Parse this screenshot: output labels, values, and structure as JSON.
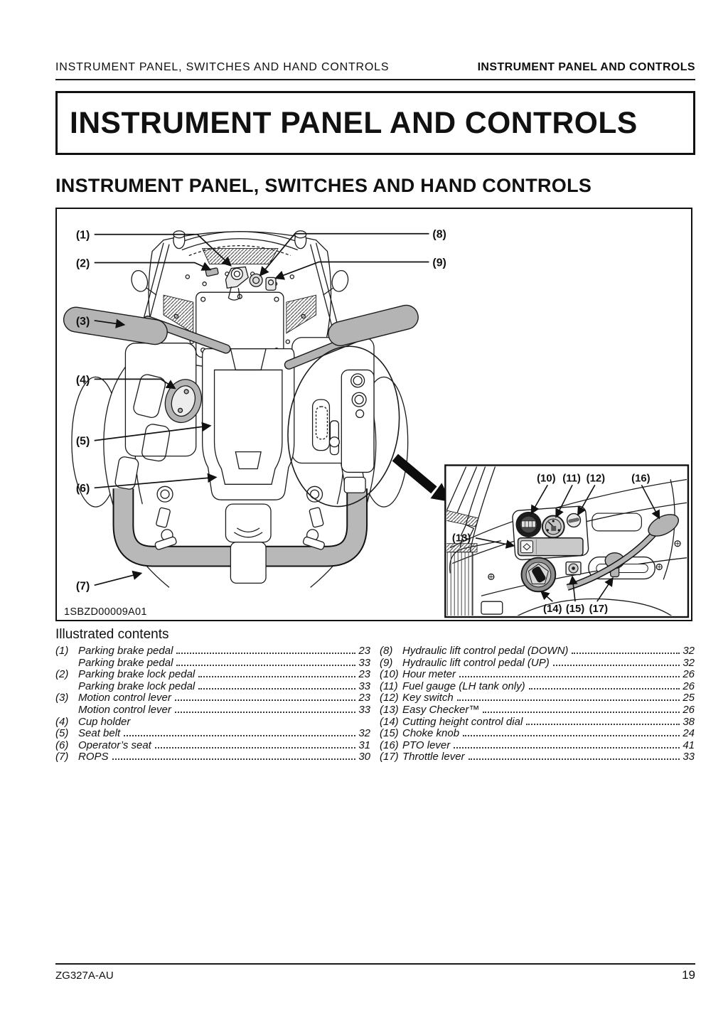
{
  "page": {
    "header_left": "INSTRUMENT PANEL, SWITCHES AND HAND CONTROLS",
    "header_right": "INSTRUMENT PANEL AND CONTROLS",
    "title": "INSTRUMENT PANEL AND CONTROLS",
    "section_heading": "INSTRUMENT PANEL, SWITCHES AND HAND CONTROLS"
  },
  "figure": {
    "code": "1SBZD00009A01",
    "callouts_main": [
      "(1)",
      "(2)",
      "(3)",
      "(4)",
      "(5)",
      "(6)",
      "(7)",
      "(8)",
      "(9)"
    ],
    "callouts_inset": [
      "(10)",
      "(11)",
      "(12)",
      "(13)",
      "(14)",
      "(15)",
      "(16)",
      "(17)"
    ]
  },
  "contents": {
    "heading": "Illustrated contents",
    "left": [
      {
        "num": "(1)",
        "label": "Parking brake pedal",
        "page": "23"
      },
      {
        "num": "",
        "label": "Parking brake pedal",
        "page": "33"
      },
      {
        "num": "(2)",
        "label": "Parking brake lock pedal",
        "page": "23"
      },
      {
        "num": "",
        "label": "Parking brake lock pedal",
        "page": "33"
      },
      {
        "num": "(3)",
        "label": "Motion control lever",
        "page": "23"
      },
      {
        "num": "",
        "label": "Motion control lever",
        "page": "33"
      },
      {
        "num": "(4)",
        "label": "Cup holder",
        "page": ""
      },
      {
        "num": "(5)",
        "label": "Seat belt",
        "page": "32"
      },
      {
        "num": "(6)",
        "label": "Operator’s seat",
        "page": "31"
      },
      {
        "num": "(7)",
        "label": "ROPS",
        "page": "30"
      }
    ],
    "right": [
      {
        "num": "(8)",
        "label": "Hydraulic lift control pedal (DOWN)",
        "page": "32"
      },
      {
        "num": "(9)",
        "label": "Hydraulic lift control pedal (UP)",
        "page": "32"
      },
      {
        "num": "(10)",
        "label": "Hour meter",
        "page": "26"
      },
      {
        "num": "(11)",
        "label": "Fuel gauge (LH tank only)",
        "page": "26"
      },
      {
        "num": "(12)",
        "label": "Key switch",
        "page": "25"
      },
      {
        "num": "(13)",
        "label": "Easy Checker™",
        "page": "26"
      },
      {
        "num": "(14)",
        "label": "Cutting height control dial",
        "page": "38"
      },
      {
        "num": "(15)",
        "label": "Choke knob",
        "page": "24"
      },
      {
        "num": "(16)",
        "label": "PTO lever",
        "page": "41"
      },
      {
        "num": "(17)",
        "label": "Throttle lever",
        "page": "33"
      }
    ]
  },
  "footer": {
    "left": "ZG327A-AU",
    "page_number": "19"
  },
  "colors": {
    "ink": "#111111",
    "machine_gray": "#b4b4b4",
    "panel_gray": "#c9c9c9"
  }
}
